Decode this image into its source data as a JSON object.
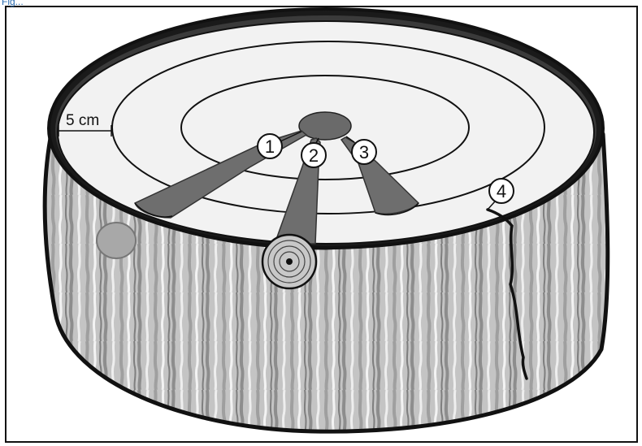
{
  "caption": "Fig...",
  "scale_label": "5 cm",
  "callouts": [
    {
      "id": "1",
      "label": "1"
    },
    {
      "id": "2",
      "label": "2"
    },
    {
      "id": "3",
      "label": "3"
    },
    {
      "id": "4",
      "label": "4"
    }
  ],
  "colors": {
    "outline": "#111111",
    "cut_face": "#f2f2f2",
    "bark": "#b9b9b9",
    "bark_dark": "#8e8e8e",
    "bark_light": "#e6e6e6",
    "notch": "#6a6a6a",
    "caption": "#2b6cb0"
  }
}
